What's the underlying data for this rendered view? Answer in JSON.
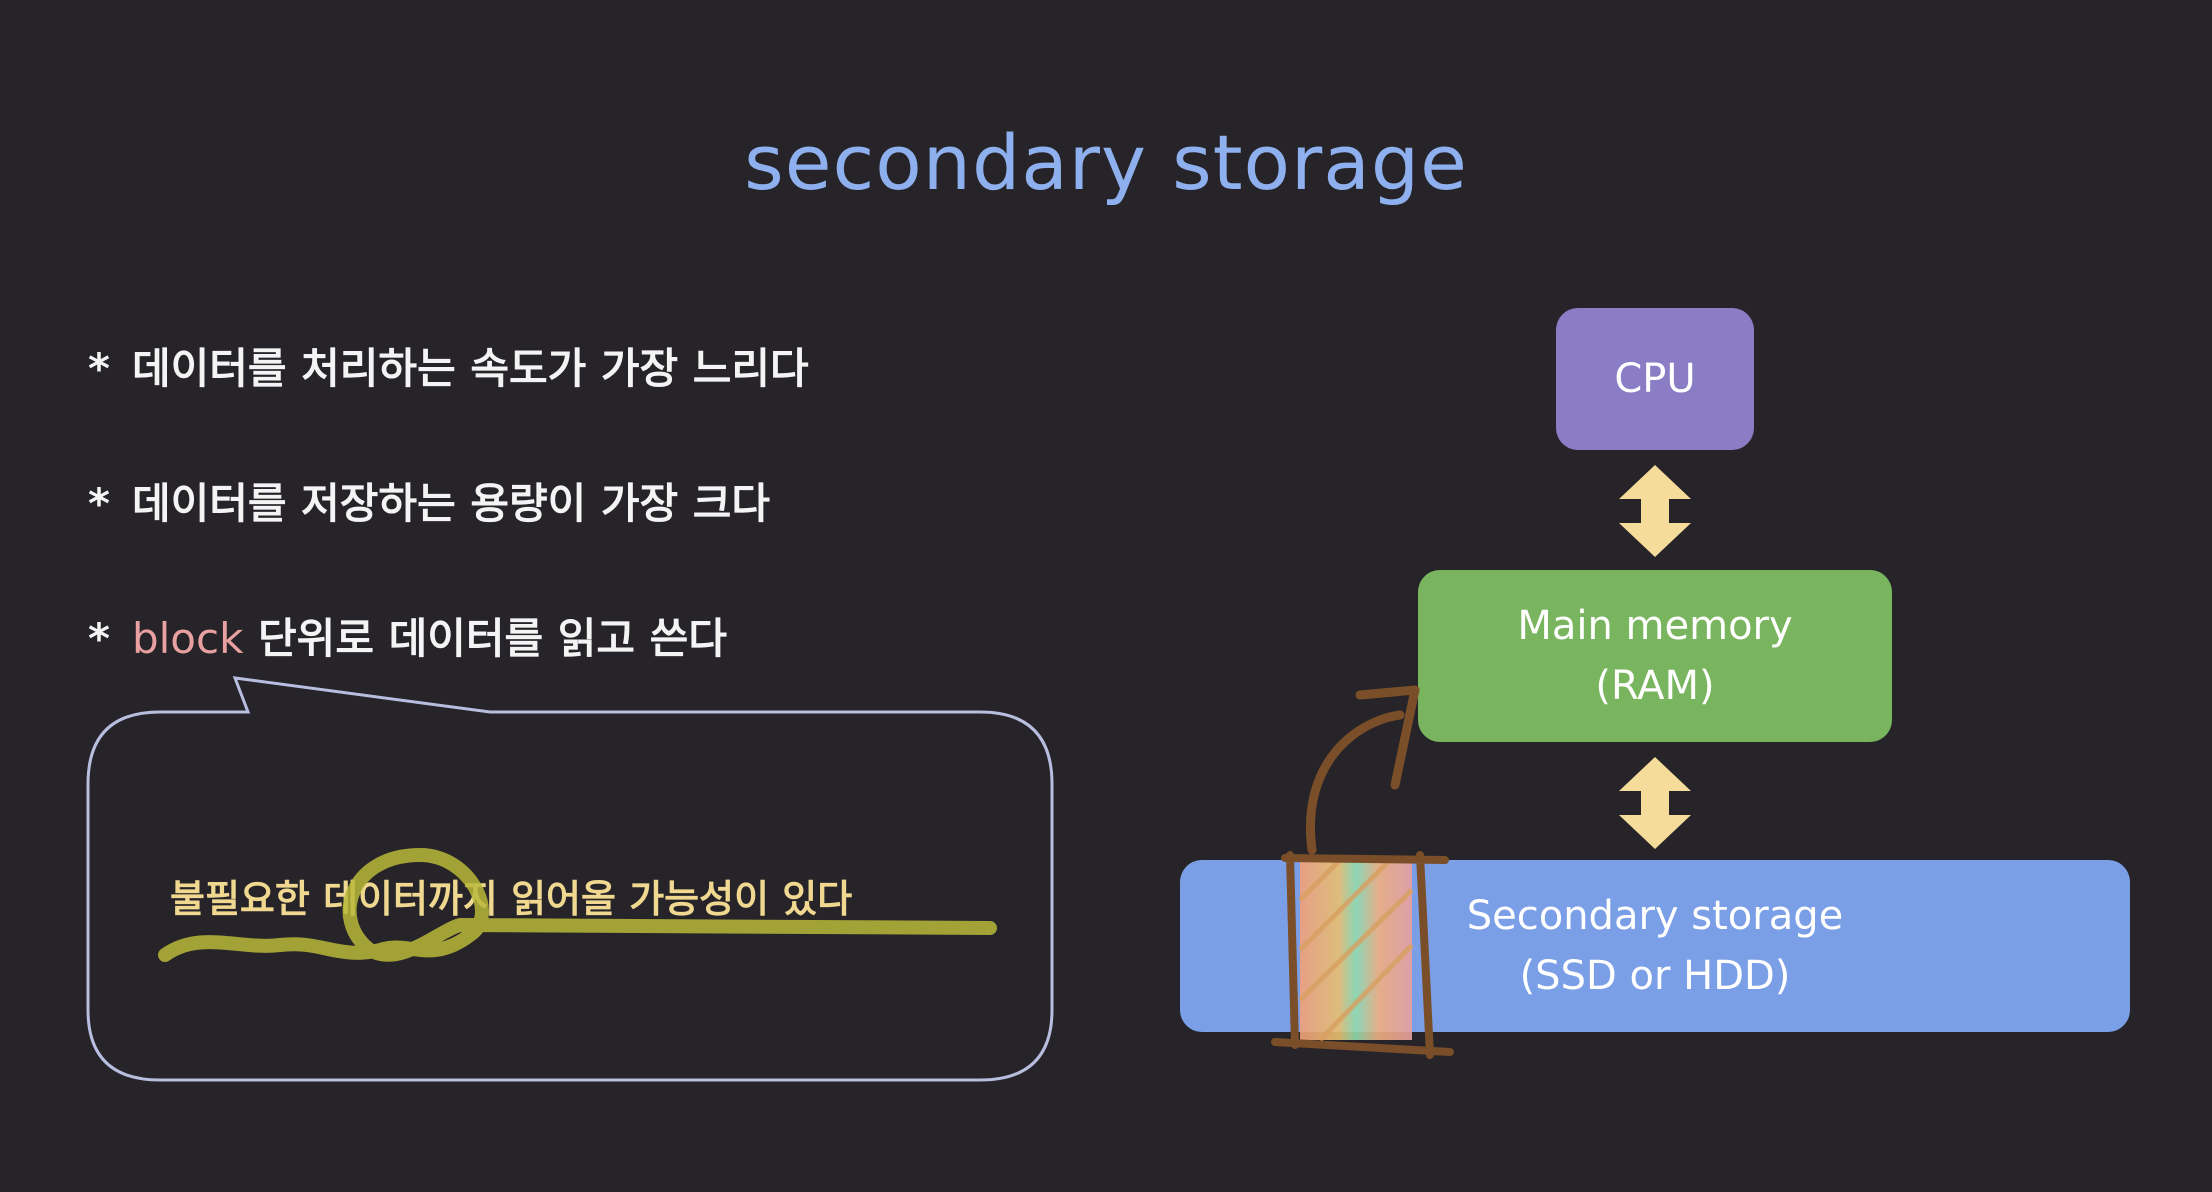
{
  "slide": {
    "title": "secondary storage",
    "bullets": [
      {
        "marker": "*",
        "text": "데이터를 처리하는 속도가 가장 느리다"
      },
      {
        "marker": "*",
        "text": "데이터를 저장하는 용량이 가장 크다"
      },
      {
        "marker": "*",
        "highlight": "block",
        "text": "단위로 데이터를 읽고 쓴다"
      }
    ],
    "callout": "불필요한 데이터까지 읽어올 가능성이 있다"
  },
  "diagram": {
    "cpu": {
      "label": "CPU",
      "color": "#8b7cc6"
    },
    "ram": {
      "line1": "Main memory",
      "line2": "(RAM)",
      "color": "#79b45f"
    },
    "ssd": {
      "line1": "Secondary storage",
      "line2": "(SSD or HDD)",
      "color": "#7b9fe6"
    },
    "arrow_color": "#f5dc9a"
  },
  "colors": {
    "background": "#262428",
    "title": "#8fb0ee",
    "highlight": "#e8a0a0",
    "callout_text": "#f0d890",
    "annotation_brown": "#8a5a2e",
    "annotation_olive": "#b8b83a"
  }
}
